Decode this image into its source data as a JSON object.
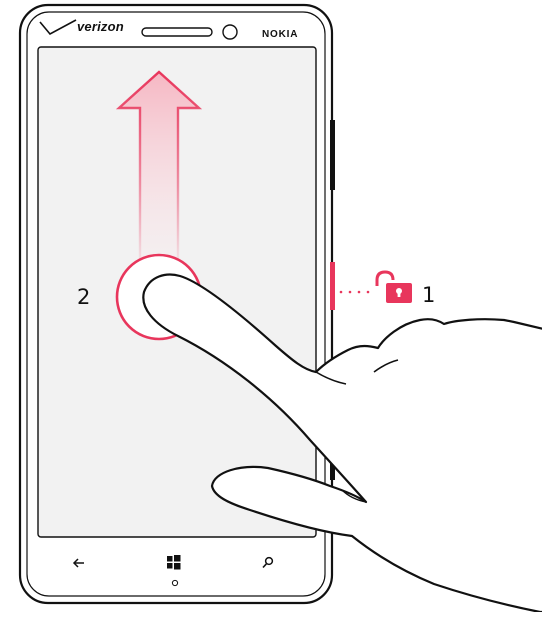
{
  "phone": {
    "carrier_logo": "verizon",
    "maker_logo": "NOKIA"
  },
  "callouts": {
    "step_1": "1",
    "step_2": "2"
  },
  "nav_buttons": {
    "back_icon": "back-arrow-icon",
    "start_icon": "windows-start-icon",
    "search_icon": "search-icon"
  },
  "colors": {
    "accent": "#e8365c",
    "outline": "#111111",
    "screen": "#f2f2f2"
  }
}
